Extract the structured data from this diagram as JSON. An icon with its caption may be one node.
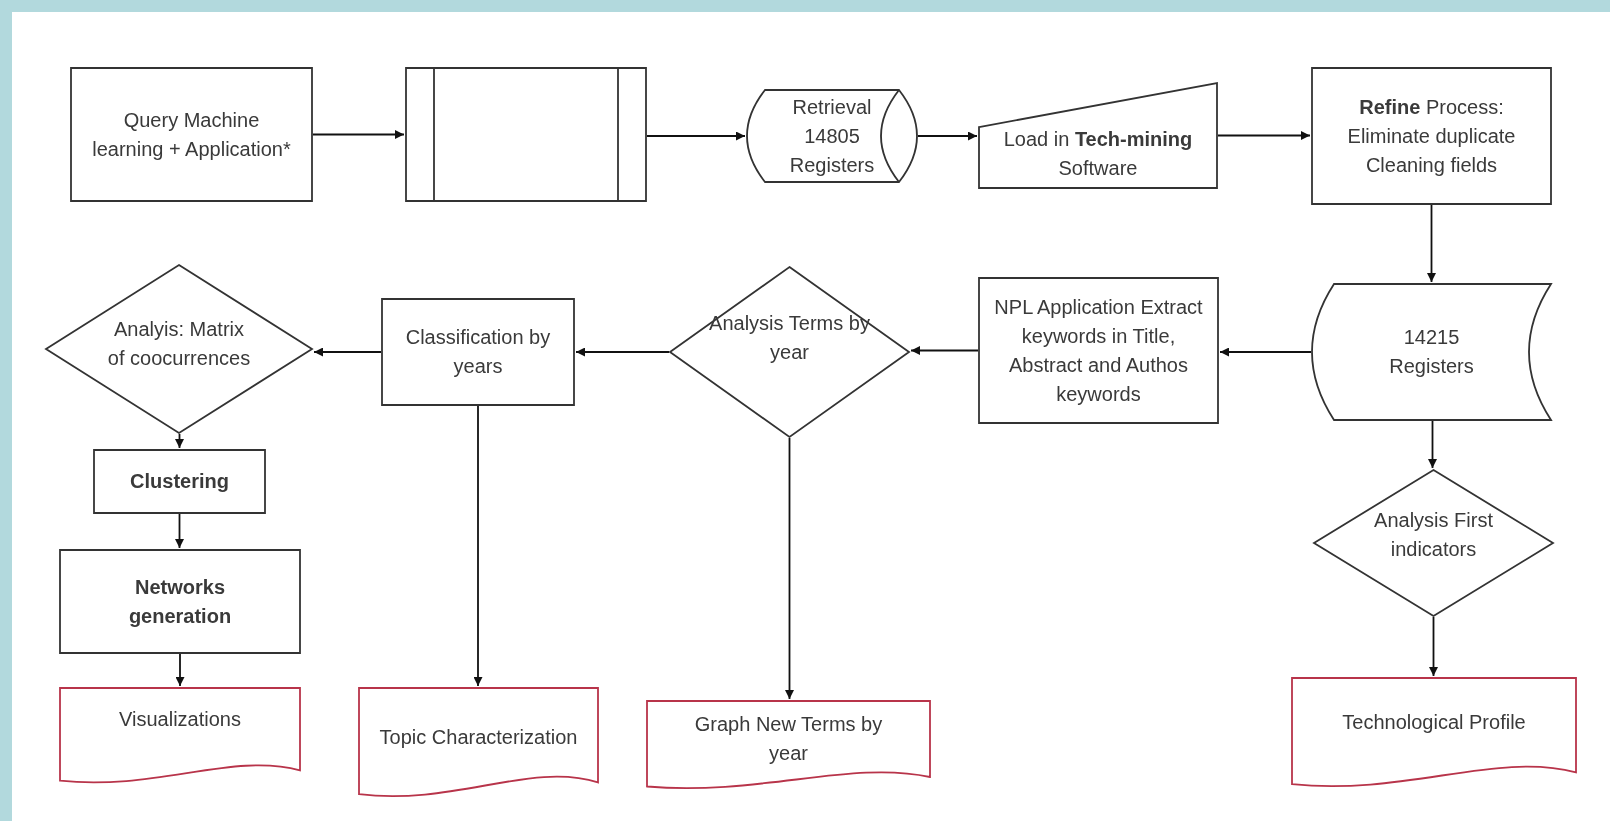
{
  "diagram": {
    "nodes": [
      {
        "text": [
          "Query Machine learning + Application*"
        ]
      },
      {
        "text": [],
        "shape": "box"
      },
      {
        "text": [
          "Retrieval 14805 Registers"
        ]
      },
      {
        "text": [
          "Load in **Tech-mining** Software"
        ]
      },
      {
        "text": [
          "**Refine** Process: Eliminate duplicate Cleaning fields"
        ]
      },
      {
        "text": [
          "14215 Registers"
        ]
      },
      {
        "text": [
          "NPL Application Extract keywords in Title, Abstract and Authos keywords"
        ]
      },
      {
        "text": [
          "Analysis Terms by year"
        ]
      },
      {
        "text": [
          "Classification by years"
        ]
      },
      {
        "text": [
          "Analyis: Matrix of coocurrences"
        ]
      },
      {
        "text": [
          "Clustering"
        ]
      },
      {
        "text": [
          "Networks generation"
        ]
      },
      {
        "text": [
          "Visualizations"
        ]
      },
      {
        "text": [
          "Topic Characterization"
        ]
      },
      {
        "text": [
          "Graph  New Terms by year"
        ]
      },
      {
        "text": [
          "Analysis First indicators"
        ]
      },
      {
        "text": [
          "Technological Profile"
        ]
      }
    ],
    "edges": [
      {
        "from": 0,
        "to": 1,
        "arrow": "to"
      },
      {
        "from": 1,
        "to": 2,
        "arrow": "to"
      },
      {
        "from": 2,
        "to": 3,
        "arrow": "to"
      },
      {
        "from": 3,
        "to": 4,
        "arrow": "to"
      },
      {
        "from": 4,
        "to": 5,
        "arrow": "to"
      },
      {
        "from": 5,
        "to": 6,
        "arrow": "to"
      },
      {
        "from": 6,
        "to": 7,
        "arrow": "to"
      },
      {
        "from": 7,
        "to": 8,
        "arrow": "to"
      },
      {
        "from": 8,
        "to": 9,
        "arrow": "to"
      },
      {
        "from": 9,
        "to": 10,
        "arrow": "to"
      },
      {
        "from": 10,
        "to": 11,
        "arrow": "to"
      },
      {
        "from": 11,
        "to": 12,
        "arrow": "to"
      },
      {
        "from": 8,
        "to": 13,
        "arrow": "to"
      },
      {
        "from": 7,
        "to": 14,
        "arrow": "to"
      },
      {
        "from": 5,
        "to": 15,
        "arrow": "to"
      },
      {
        "from": 15,
        "to": 16,
        "arrow": "to"
      }
    ]
  }
}
